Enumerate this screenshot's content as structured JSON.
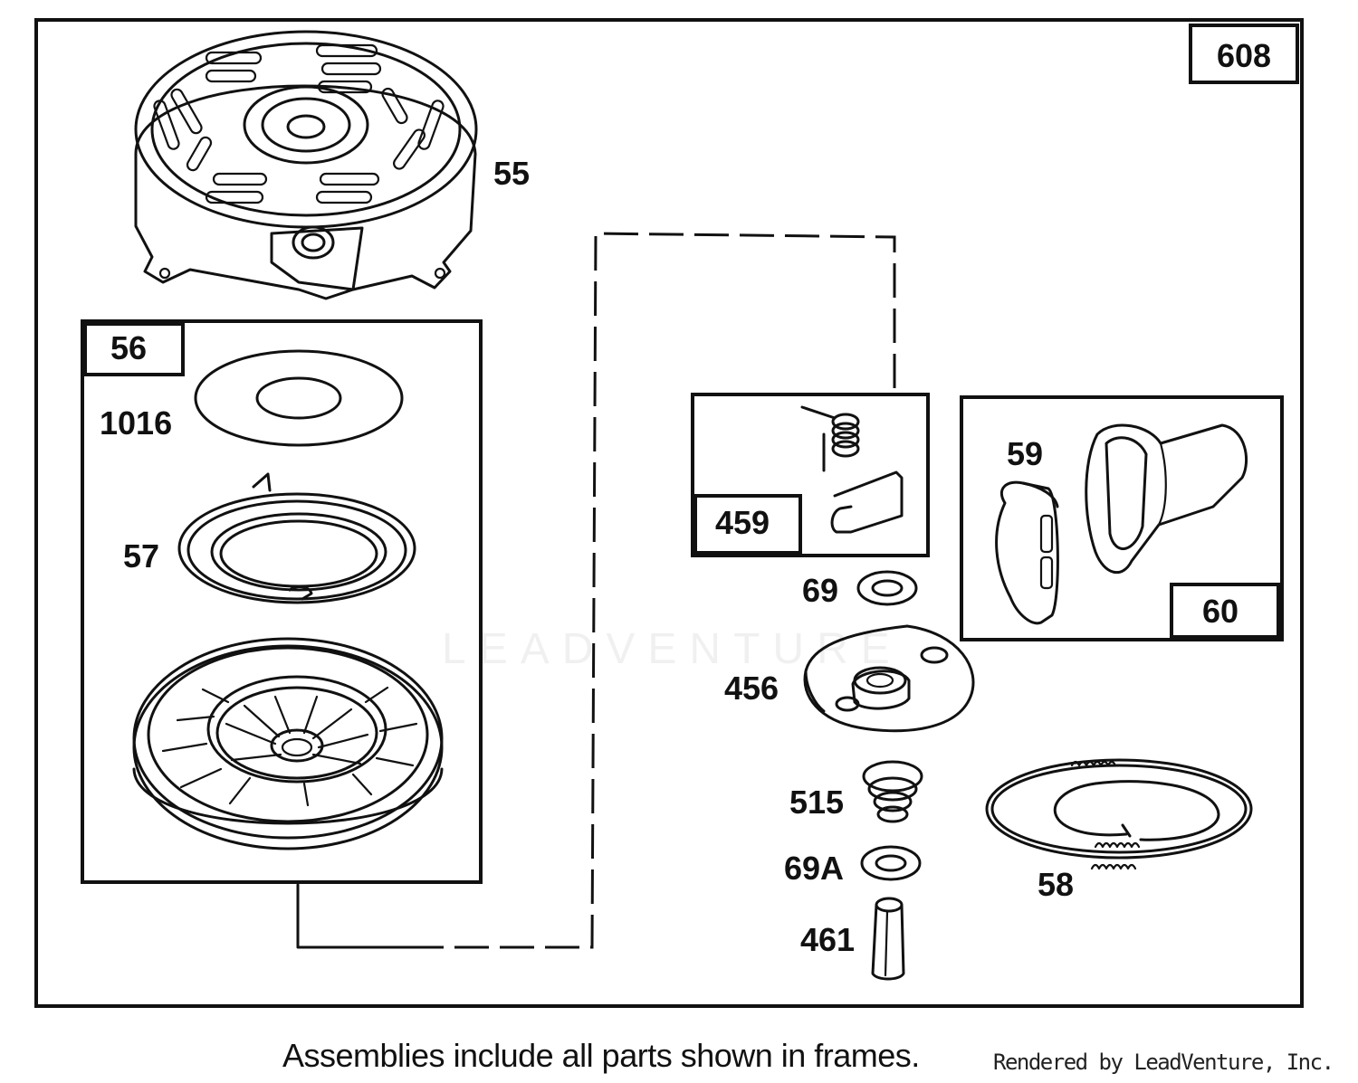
{
  "diagram": {
    "main_frame_number": "608",
    "parts": {
      "p55": "55",
      "p56": "56",
      "p1016": "1016",
      "p57": "57",
      "p459": "459",
      "p59": "59",
      "p60": "60",
      "p69": "69",
      "p456": "456",
      "p515": "515",
      "p69A": "69A",
      "p461": "461",
      "p58": "58"
    }
  },
  "footer": {
    "caption": "Assemblies include all parts shown in frames.",
    "credit": "Rendered by LeadVenture, Inc."
  },
  "watermark": {
    "text": "LEADVENTURE"
  },
  "colors": {
    "line": "#111111",
    "background": "#ffffff"
  }
}
